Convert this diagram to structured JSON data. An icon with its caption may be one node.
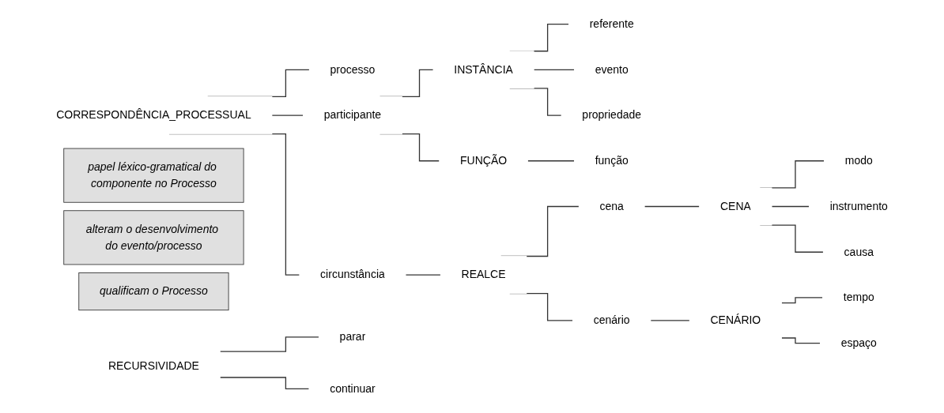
{
  "diagram": {
    "nodes": [
      {
        "text": [
          "CORRESPONDÊNCIA_PROCESSUAL"
        ]
      },
      {
        "text": [
          "processo"
        ]
      },
      {
        "text": [
          "participante"
        ]
      },
      {
        "text": [
          "INSTÂNCIA"
        ]
      },
      {
        "text": [
          "referente"
        ]
      },
      {
        "text": [
          "evento"
        ]
      },
      {
        "text": [
          "propriedade"
        ]
      },
      {
        "text": [
          "FUNÇÃO"
        ]
      },
      {
        "text": [
          "função"
        ]
      },
      {
        "text": [
          "papel léxico-gramatical do componente no Processo"
        ]
      },
      {
        "text": [
          "circunstância"
        ]
      },
      {
        "text": [
          "REALCE"
        ]
      },
      {
        "text": [
          "cena"
        ]
      },
      {
        "text": [
          "alteram o desenvolvimento do evento/processo"
        ]
      },
      {
        "text": [
          "CENA"
        ]
      },
      {
        "text": [
          "modo"
        ]
      },
      {
        "text": [
          "instrumento"
        ]
      },
      {
        "text": [
          "causa"
        ]
      },
      {
        "text": [
          "cenário"
        ]
      },
      {
        "text": [
          "qualificam o Processo"
        ]
      },
      {
        "text": [
          "CENÁRIO"
        ]
      },
      {
        "text": [
          "tempo"
        ]
      },
      {
        "text": [
          "espaço"
        ]
      },
      {
        "text": [
          "RECURSIVIDADE"
        ]
      },
      {
        "text": [
          "parar"
        ]
      },
      {
        "text": [
          "continuar"
        ]
      }
    ],
    "edges": [
      {
        "from": 0,
        "to": 1,
        "arrow": "none"
      },
      {
        "from": 0,
        "to": 2,
        "arrow": "none"
      },
      {
        "from": 0,
        "to": 10,
        "arrow": "none"
      },
      {
        "from": 2,
        "to": 3,
        "arrow": "none"
      },
      {
        "from": 2,
        "to": 7,
        "arrow": "none"
      },
      {
        "from": 3,
        "to": 4,
        "arrow": "none"
      },
      {
        "from": 3,
        "to": 5,
        "arrow": "none"
      },
      {
        "from": 3,
        "to": 6,
        "arrow": "none"
      },
      {
        "from": 7,
        "to": 8,
        "arrow": "none"
      },
      {
        "from": 10,
        "to": 11,
        "arrow": "none"
      },
      {
        "from": 11,
        "to": 12,
        "arrow": "none"
      },
      {
        "from": 11,
        "to": 18,
        "arrow": "none"
      },
      {
        "from": 12,
        "to": 14,
        "arrow": "none"
      },
      {
        "from": 14,
        "to": 15,
        "arrow": "none"
      },
      {
        "from": 14,
        "to": 16,
        "arrow": "none"
      },
      {
        "from": 14,
        "to": 17,
        "arrow": "none"
      },
      {
        "from": 18,
        "to": 20,
        "arrow": "none"
      },
      {
        "from": 20,
        "to": 21,
        "arrow": "none"
      },
      {
        "from": 20,
        "to": 22,
        "arrow": "none"
      },
      {
        "from": 23,
        "to": 24,
        "arrow": "none"
      },
      {
        "from": 23,
        "to": 25,
        "arrow": "none"
      }
    ]
  }
}
